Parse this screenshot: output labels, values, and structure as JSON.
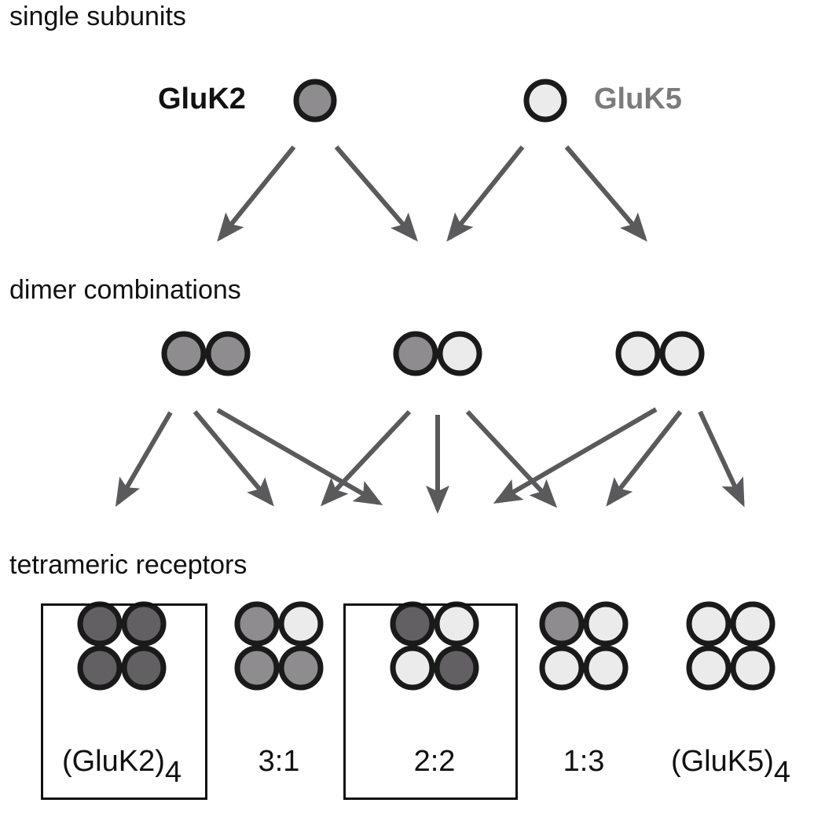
{
  "figure": {
    "sections": {
      "single": "single subunits",
      "dimer": "dimer combinations",
      "tetramer": "tetrameric receptors"
    },
    "colors": {
      "glук2_fill_note": "GluK2 subunit fill",
      "gluk2_fill": "#8e8c8e",
      "gluk2_dark_fill": "#626062",
      "gluk5_fill": "#ebebeb",
      "outline": "#1a1a1a",
      "arrow": "#5a5a5c",
      "gluk2_label": "#111111",
      "gluk5_label": "#7b7b7b"
    },
    "subunits": [
      {
        "name": "GluK2",
        "type": "K2"
      },
      {
        "name": "GluK5",
        "type": "K5"
      }
    ],
    "dimers": [
      {
        "id": "K2-K2",
        "composition": [
          "K2",
          "K2"
        ]
      },
      {
        "id": "K2-K5",
        "composition": [
          "K2",
          "K5"
        ]
      },
      {
        "id": "K5-K5",
        "composition": [
          "K5",
          "K5"
        ]
      }
    ],
    "tetramers": [
      {
        "label": "(GluK2)",
        "subscript": "4",
        "composition": [
          "K2d",
          "K2d",
          "K2d",
          "K2d"
        ],
        "boxed": true
      },
      {
        "label": "3:1",
        "subscript": "",
        "composition": [
          "K2",
          "K5",
          "K2",
          "K2"
        ],
        "boxed": false
      },
      {
        "label": "2:2",
        "subscript": "",
        "composition": [
          "K2d",
          "K5",
          "K5",
          "K2d"
        ],
        "boxed": true
      },
      {
        "label": "1:3",
        "subscript": "",
        "composition": [
          "K2",
          "K5",
          "K5",
          "K5"
        ],
        "boxed": false
      },
      {
        "label": "(GluK5)",
        "subscript": "4",
        "composition": [
          "K5",
          "K5",
          "K5",
          "K5"
        ],
        "boxed": false
      }
    ],
    "arrows_subunit_to_dimer": [
      {
        "from": "GluK2",
        "to": "K2-K2"
      },
      {
        "from": "GluK2",
        "to": "K2-K5"
      },
      {
        "from": "GluK5",
        "to": "K2-K5"
      },
      {
        "from": "GluK5",
        "to": "K5-K5"
      }
    ],
    "arrows_dimer_to_tetramer": [
      {
        "from": "K2-K2",
        "to": "(GluK2)4"
      },
      {
        "from": "K2-K2",
        "to": "3:1"
      },
      {
        "from": "K2-K2",
        "to": "2:2"
      },
      {
        "from": "K2-K5",
        "to": "3:1"
      },
      {
        "from": "K2-K5",
        "to": "2:2"
      },
      {
        "from": "K2-K5",
        "to": "1:3"
      },
      {
        "from": "K5-K5",
        "to": "2:2"
      },
      {
        "from": "K5-K5",
        "to": "1:3"
      },
      {
        "from": "K5-K5",
        "to": "(GluK5)4"
      }
    ]
  }
}
